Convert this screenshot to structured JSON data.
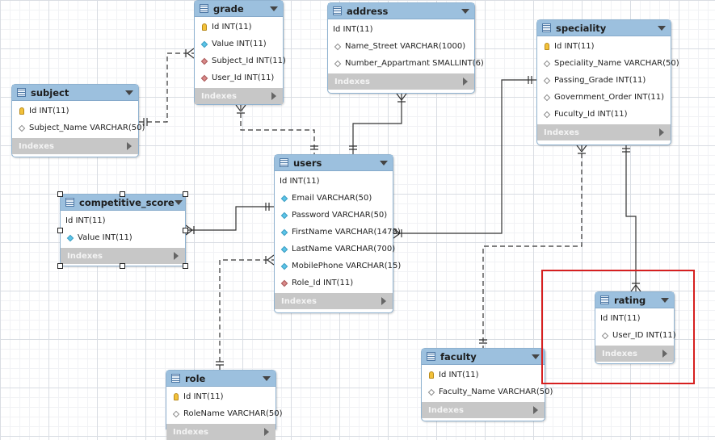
{
  "footer_label": "Indexes",
  "tables": [
    {
      "name": "grade",
      "columns": [
        {
          "text": "Id INT(11)",
          "key": "pk"
        },
        {
          "text": "Value INT(11)",
          "key": "nn"
        },
        {
          "text": "Subject_Id INT(11)",
          "key": "fk"
        },
        {
          "text": "User_Id INT(11)",
          "key": "fk"
        }
      ]
    },
    {
      "name": "address",
      "columns": [
        {
          "text": "Id INT(11)",
          "key": "none"
        },
        {
          "text": "Name_Street VARCHAR(1000)",
          "key": "col"
        },
        {
          "text": "Number_Appartmant SMALLINT(6)",
          "key": "col"
        }
      ]
    },
    {
      "name": "speciality",
      "columns": [
        {
          "text": "Id INT(11)",
          "key": "pk"
        },
        {
          "text": "Speciality_Name VARCHAR(50)",
          "key": "col"
        },
        {
          "text": "Passing_Grade INT(11)",
          "key": "col"
        },
        {
          "text": "Government_Order INT(11)",
          "key": "col"
        },
        {
          "text": "Fuculty_Id INT(11)",
          "key": "col"
        }
      ]
    },
    {
      "name": "subject",
      "columns": [
        {
          "text": "Id INT(11)",
          "key": "pk"
        },
        {
          "text": "Subject_Name VARCHAR(50)",
          "key": "col"
        }
      ]
    },
    {
      "name": "users",
      "columns": [
        {
          "text": "Id INT(11)",
          "key": "none"
        },
        {
          "text": "Email VARCHAR(50)",
          "key": "nn"
        },
        {
          "text": "Password VARCHAR(50)",
          "key": "nn"
        },
        {
          "text": "FirstName VARCHAR(1478)",
          "key": "nn"
        },
        {
          "text": "LastName VARCHAR(700)",
          "key": "nn"
        },
        {
          "text": "MobilePhone VARCHAR(15)",
          "key": "nn"
        },
        {
          "text": "Role_Id INT(11)",
          "key": "fk"
        }
      ]
    },
    {
      "name": "competitive_score",
      "columns": [
        {
          "text": "Id INT(11)",
          "key": "none"
        },
        {
          "text": "Value INT(11)",
          "key": "nn"
        }
      ]
    },
    {
      "name": "rating",
      "columns": [
        {
          "text": "Id INT(11)",
          "key": "none"
        },
        {
          "text": "User_ID INT(11)",
          "key": "col"
        }
      ]
    },
    {
      "name": "faculty",
      "columns": [
        {
          "text": "Id INT(11)",
          "key": "pk"
        },
        {
          "text": "Faculty_Name VARCHAR(50)",
          "key": "col"
        }
      ]
    },
    {
      "name": "role",
      "columns": [
        {
          "text": "Id INT(11)",
          "key": "pk"
        },
        {
          "text": "RoleName VARCHAR(50)",
          "key": "col"
        }
      ]
    }
  ]
}
